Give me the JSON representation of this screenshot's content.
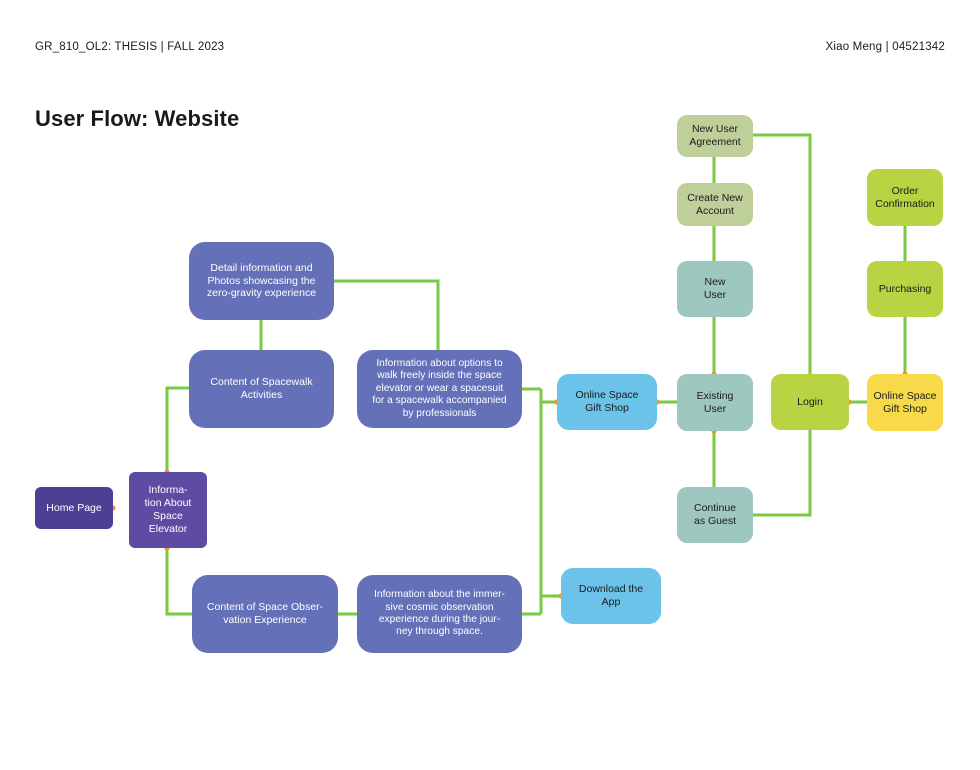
{
  "header": {
    "left": "GR_810_OL2: THESIS | FALL 2023",
    "right": "Xiao Meng | 04521342"
  },
  "title": "User Flow: Website",
  "colors": {
    "connector": "#7ac943",
    "joint": "#f7931e",
    "purple_node": "#6470b8",
    "home_node": "#4c3f94",
    "elevator_node": "#5e4ca3",
    "blue_node": "#6bc3ea",
    "teal_node": "#9ec8bf",
    "sage_node": "#bfcf9a",
    "lime_node": "#b8d442",
    "yellow_node": "#f7d94a"
  },
  "nodes": {
    "home_page": "Home Page",
    "info_elevator": "Informa-\ntion About\nSpace\nElevator",
    "spacewalk": "Content of Spacewalk\nActivities",
    "detail_info": "Detail information and\nPhotos showcasing the\nzero-gravity experience",
    "walk_options": "Information about options to\nwalk freely inside the space\nelevator or wear a spacesuit\nfor a spacewalk accompanied\nby professionals",
    "observation": "Content of Space Obser-\nvation Experience",
    "cosmic_info": "Information about the immer-\nsive cosmic observation\nexperience during the jour-\nney through space.",
    "gift_shop_blue": "Online Space\nGift Shop",
    "download_app": "Download the\nApp",
    "new_user_agreement": "New User\nAgreement",
    "create_account": "Create New\nAccount",
    "new_user": "New\nUser",
    "existing_user": "Existing\nUser",
    "continue_guest": "Continue\nas Guest",
    "login": "Login",
    "gift_shop_yellow": "Online Space\nGift Shop",
    "purchasing": "Purchasing",
    "order_confirmation": "Order\nConfirmation"
  }
}
